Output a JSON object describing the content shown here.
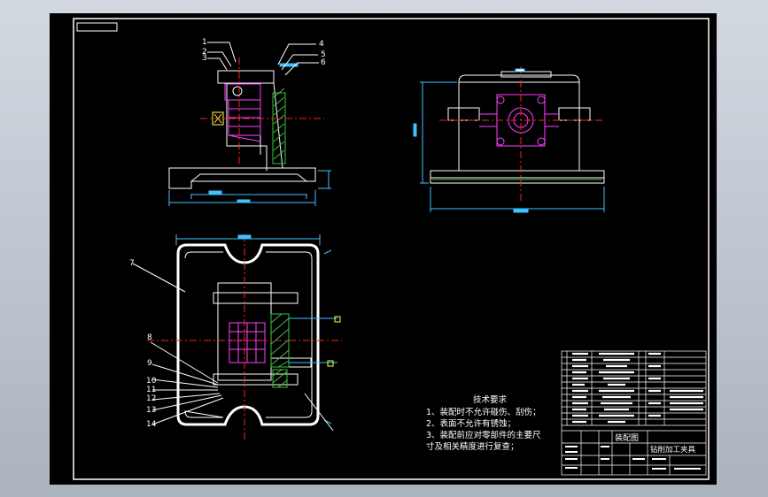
{
  "colors": {
    "background": "#000000",
    "outline": "#ffffff",
    "centerline": "#ff2020",
    "dimension": "#40c0ff",
    "part_highlight": "#ff40ff",
    "hatch": "#40c040",
    "leader": "#ffffff"
  },
  "part_balloons": [
    "1",
    "2",
    "3",
    "4",
    "5",
    "6",
    "7",
    "8",
    "9",
    "10",
    "11",
    "12",
    "13",
    "14"
  ],
  "tech_requirements": {
    "title": "技术要求",
    "line1": "1、装配时不允许碰伤、刮伤；",
    "line2": "2、表面不允许有锈蚀；",
    "line3": "3、装配前应对零部件的主要尺",
    "line4": "寸及相关精度进行复查；"
  },
  "title_block": {
    "drawing_type": "装配图",
    "drawing_name": "钻削加工夹具"
  }
}
